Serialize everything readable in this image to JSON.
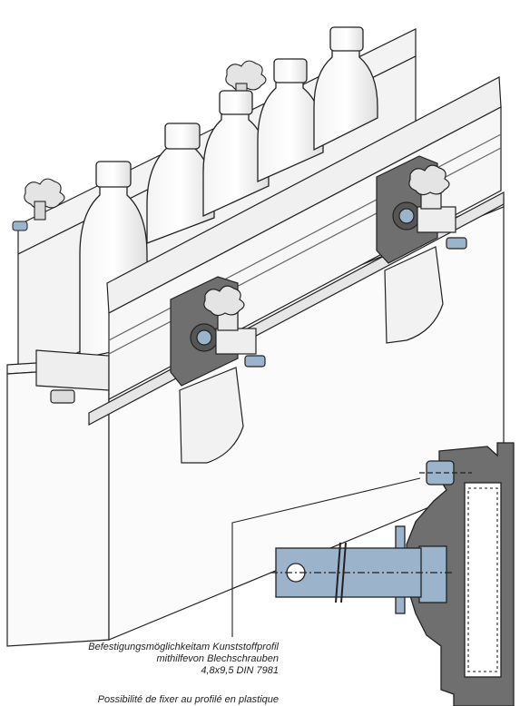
{
  "caption_de": {
    "line1": "Befestigungsmöglichkeitam Kunststoffprofil",
    "line2": "mithilfevon Blechschrauben",
    "line3": "4,8x9,5 DIN 7981"
  },
  "caption_fr": {
    "line1": "Possibilité de fixer au profilé en plastique"
  },
  "colors": {
    "bracket_gray": "#6f6f6f",
    "dark_gray": "#555555",
    "shaft_blue": "#9bb4cc",
    "bottle_fill": "#ffffff",
    "outline": "#222222"
  }
}
